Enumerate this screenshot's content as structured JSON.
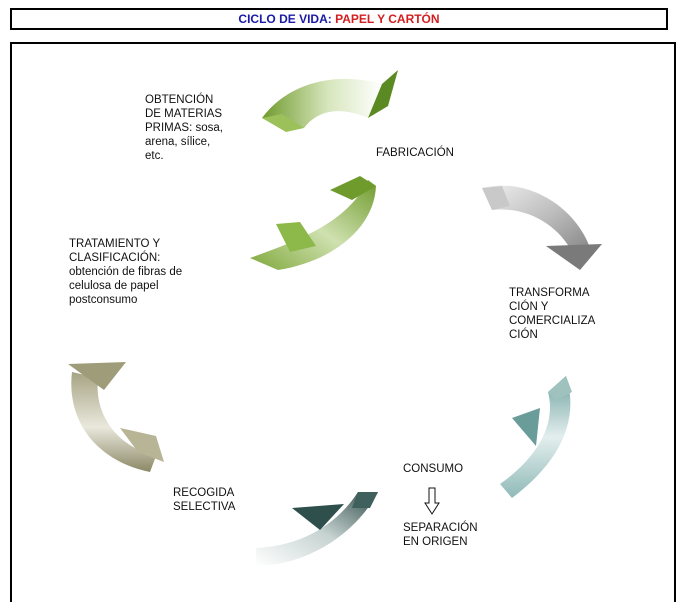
{
  "title": {
    "part1": "CICLO DE VIDA: ",
    "part2": "PAPEL Y CARTÓN"
  },
  "colors": {
    "title_blue": "#1a1aa6",
    "title_red": "#d21f1f",
    "green": "#7fa83a",
    "grey": "#9a9a9a",
    "teal": "#79aaa8",
    "dark_teal": "#2f4f4c",
    "olive": "#a8a688"
  },
  "labels": {
    "obtencion": "OBTENCIÓN\nDE MATERIAS\nPRIMAS: sosa,\narena, sílice,\netc.",
    "fabricacion": "FABRICACIÓN",
    "transformacion": "TRANSFORMA\nCIÓN Y\nCOMERCIALIZA\nCIÓN",
    "consumo": "CONSUMO",
    "separacion": "SEPARACIÓN\nEN ORIGEN",
    "recogida": "RECOGIDA\nSELECTIVA",
    "tratamiento": "TRATAMIENTO Y\nCLASIFICACIÓN:\nobtención de fibras de\ncelulosa de papel\npostconsumo"
  }
}
